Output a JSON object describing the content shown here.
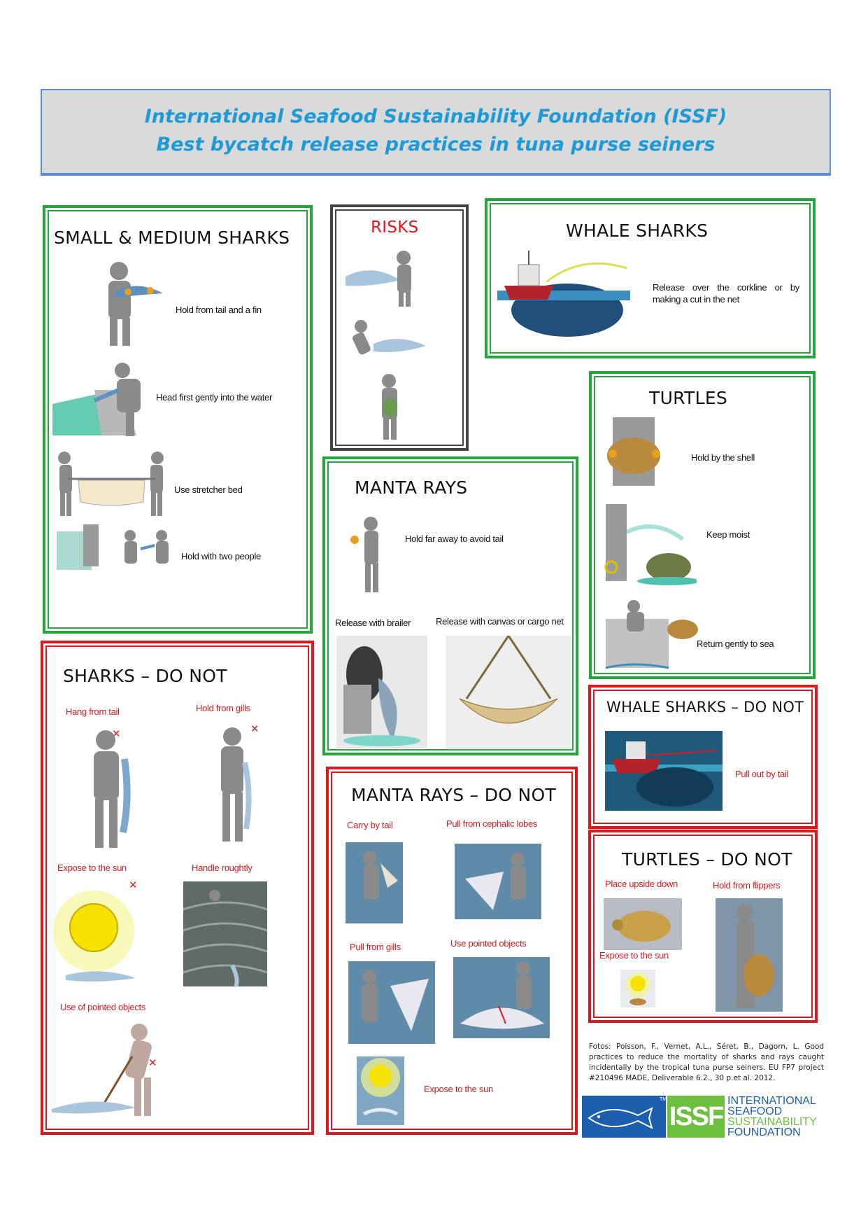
{
  "header": {
    "line1": "International Seafood Sustainability Foundation (ISSF)",
    "line2": "Best bycatch release practices in tuna purse seiners"
  },
  "small_sharks": {
    "title": "SMALL & MEDIUM SHARKS",
    "items": [
      "Hold from tail and a fin",
      "Head first gently into the water",
      "Use stretcher bed",
      "Hold with two people"
    ]
  },
  "risks": {
    "title": "RISKS"
  },
  "whale_sharks": {
    "title": "WHALE SHARKS",
    "caption": "Release over the corkline or by making a cut in the net"
  },
  "turtles": {
    "title": "TURTLES",
    "items": [
      "Hold by the shell",
      "Keep moist",
      "Return gently to sea"
    ]
  },
  "manta_rays": {
    "title": "MANTA RAYS",
    "items": [
      "Hold far away to avoid tail",
      "Release with brailer",
      "Release with canvas or cargo net"
    ]
  },
  "sharks_do_not": {
    "title": "SHARKS – DO NOT",
    "items": [
      "Hang from tail",
      "Hold from gills",
      "Expose to the sun",
      "Handle roughtly",
      "Use of pointed objects"
    ]
  },
  "whale_sharks_do_not": {
    "title": "WHALE SHARKS – DO NOT",
    "caption": "Pull out by tail"
  },
  "manta_do_not": {
    "title": "MANTA RAYS – DO NOT",
    "items": [
      "Carry by tail",
      "Pull from cephalic lobes",
      "Pull from gills",
      "Use pointed objects",
      "Expose to the sun"
    ]
  },
  "turtles_do_not": {
    "title": "TURTLES – DO NOT",
    "items": [
      "Place upside down",
      "Hold from flippers",
      "Expose to the sun"
    ]
  },
  "credits": "Fotos: Poisson, F., Vernet, A.L., Séret, B., Dagorn, L. Good practices to reduce the mortality of sharks and rays caught incidentally by the tropical tuna purse seiners. EU FP7 project #210496 MADE, Deliverable 6.2., 30 p.et al. 2012.",
  "logo": {
    "mark": "ISSF",
    "tm": "TM",
    "line1": "INTERNATIONAL",
    "line2": "SEAFOOD",
    "line3": "SUSTAINABILITY",
    "line4": "FOUNDATION"
  },
  "colors": {
    "ok": "#22a83a",
    "do_not": "#e3161b",
    "header_text": "#1e9ad6",
    "logo_blue": "#1b5fae",
    "logo_green": "#6cbf3f"
  }
}
